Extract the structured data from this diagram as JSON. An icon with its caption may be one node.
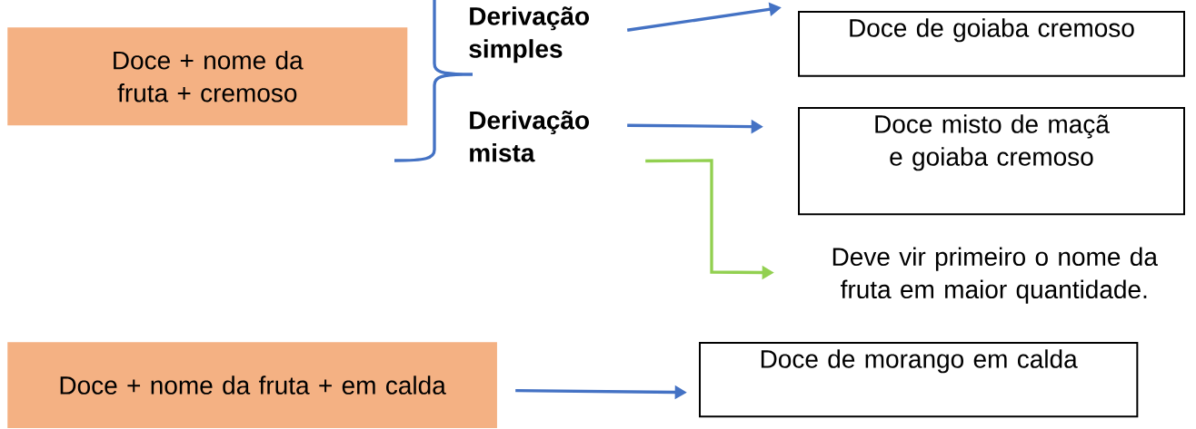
{
  "diagram": {
    "nodes": [
      {
        "text": [
          "Doce + nome da fruta + cremoso"
        ]
      },
      {
        "text": [
          "Derivação simples"
        ]
      },
      {
        "text": [
          "Derivação mista"
        ]
      },
      {
        "text": [
          "Doce de goiaba cremoso"
        ]
      },
      {
        "text": [
          "Doce misto de maçã e goiaba cremoso"
        ]
      },
      {
        "text": [
          "Deve vir primeiro o nome da fruta em maior quantidade."
        ]
      },
      {
        "text": [
          "Doce + nome da fruta + em calda"
        ]
      },
      {
        "text": [
          "Doce de morango em calda"
        ]
      }
    ],
    "edges": [
      {
        "from": 1,
        "to": 3,
        "arrow": "to"
      },
      {
        "from": 2,
        "to": 4,
        "arrow": "to"
      },
      {
        "from": 2,
        "to": 5,
        "arrow": "to",
        "color": "#92d050"
      },
      {
        "from": 6,
        "to": 7,
        "arrow": "to"
      }
    ]
  }
}
